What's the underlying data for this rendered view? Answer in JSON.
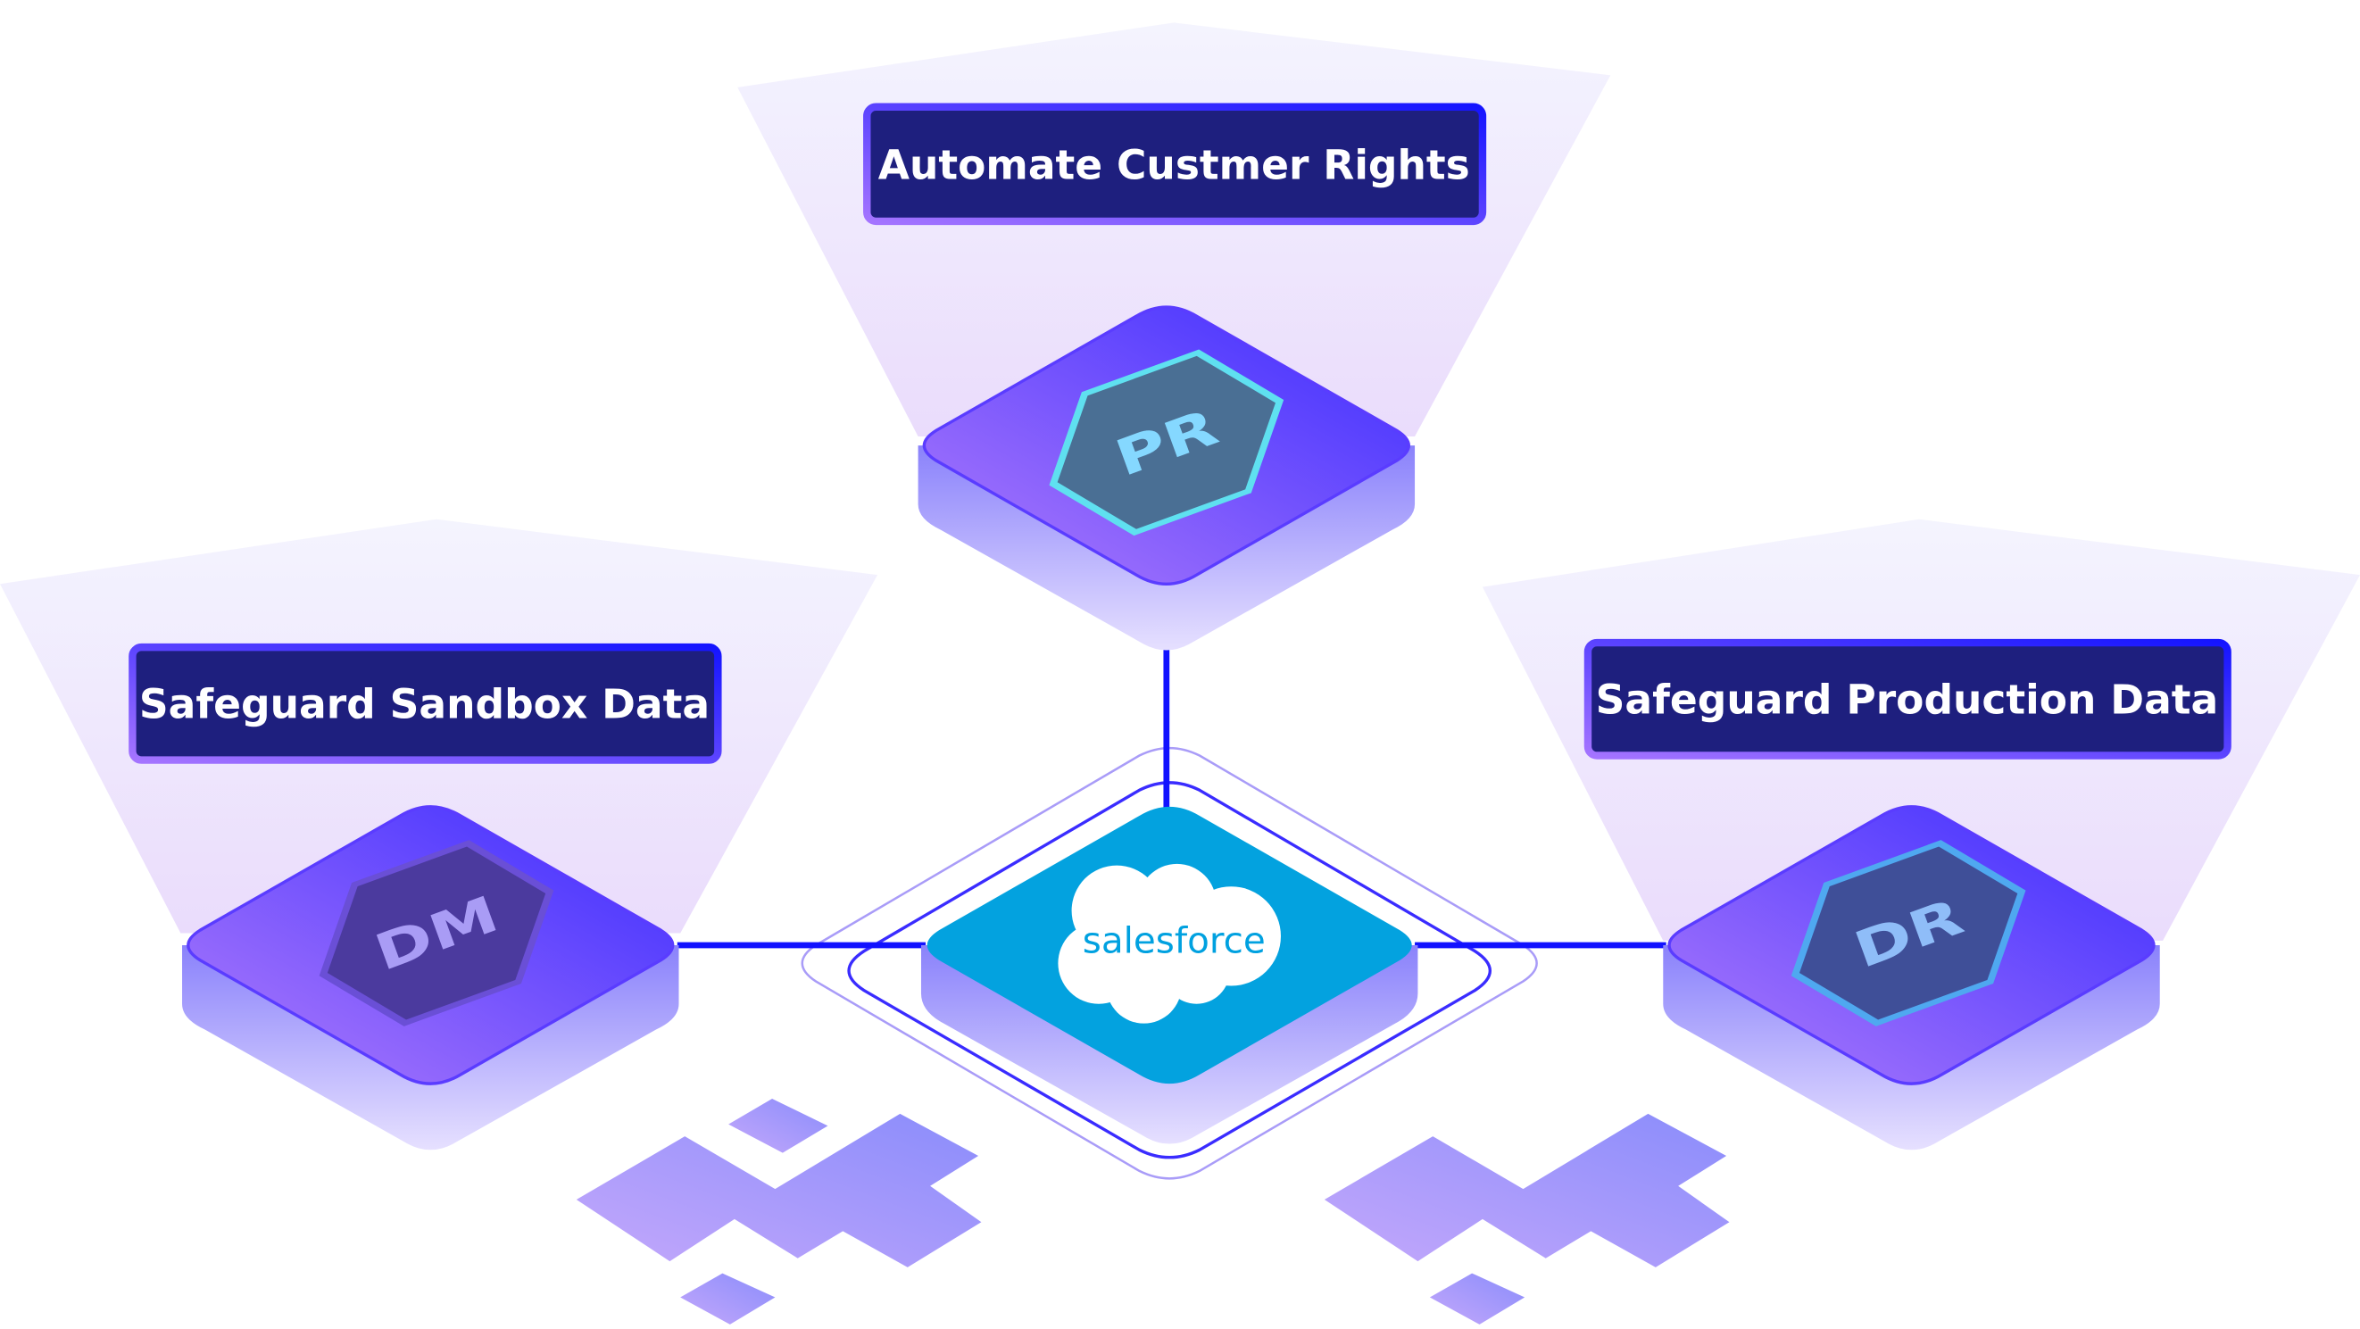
{
  "nodes": [
    {
      "id": "pr",
      "label": "Automate Custmer Rights",
      "badge": "PR",
      "badge_fill": "#4a6f94",
      "badge_stroke": "#5fe0f0",
      "badge_text_color": "#85d8ff"
    },
    {
      "id": "dm",
      "label": "Safeguard Sandbox Data",
      "badge": "DM",
      "badge_fill": "#4b3a9e",
      "badge_stroke": "#6a4fd6",
      "badge_text_color": "#a99cf5"
    },
    {
      "id": "dr",
      "label": "Safeguard Production Data",
      "badge": "DR",
      "badge_fill": "#3f4f98",
      "badge_stroke": "#4fa8f0",
      "badge_text_color": "#8fbdf8"
    }
  ],
  "hub": {
    "logo_text": "salesforce",
    "color": "#00a1e0"
  },
  "colors": {
    "connector": "#1212ff",
    "label_bg": "#1e1f7e",
    "label_border": "#7a4cff"
  }
}
